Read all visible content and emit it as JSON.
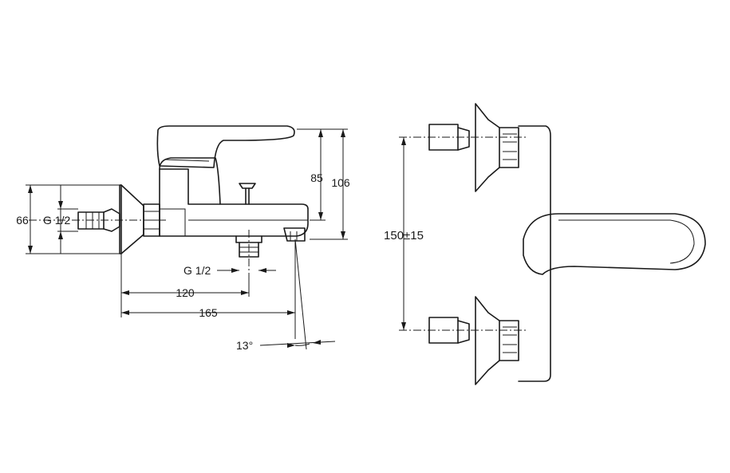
{
  "drawing": {
    "side_view": {
      "dim_total_height": "106",
      "dim_spout_height": "85",
      "dim_inlet_height": "66",
      "dim_inlet_thread": "G 1/2",
      "dim_outlet_thread": "G 1/2",
      "dim_outlet_distance": "120",
      "dim_spout_projection": "165",
      "dim_spout_angle": "13°"
    },
    "top_view": {
      "dim_inlet_spacing": "150±15"
    }
  }
}
